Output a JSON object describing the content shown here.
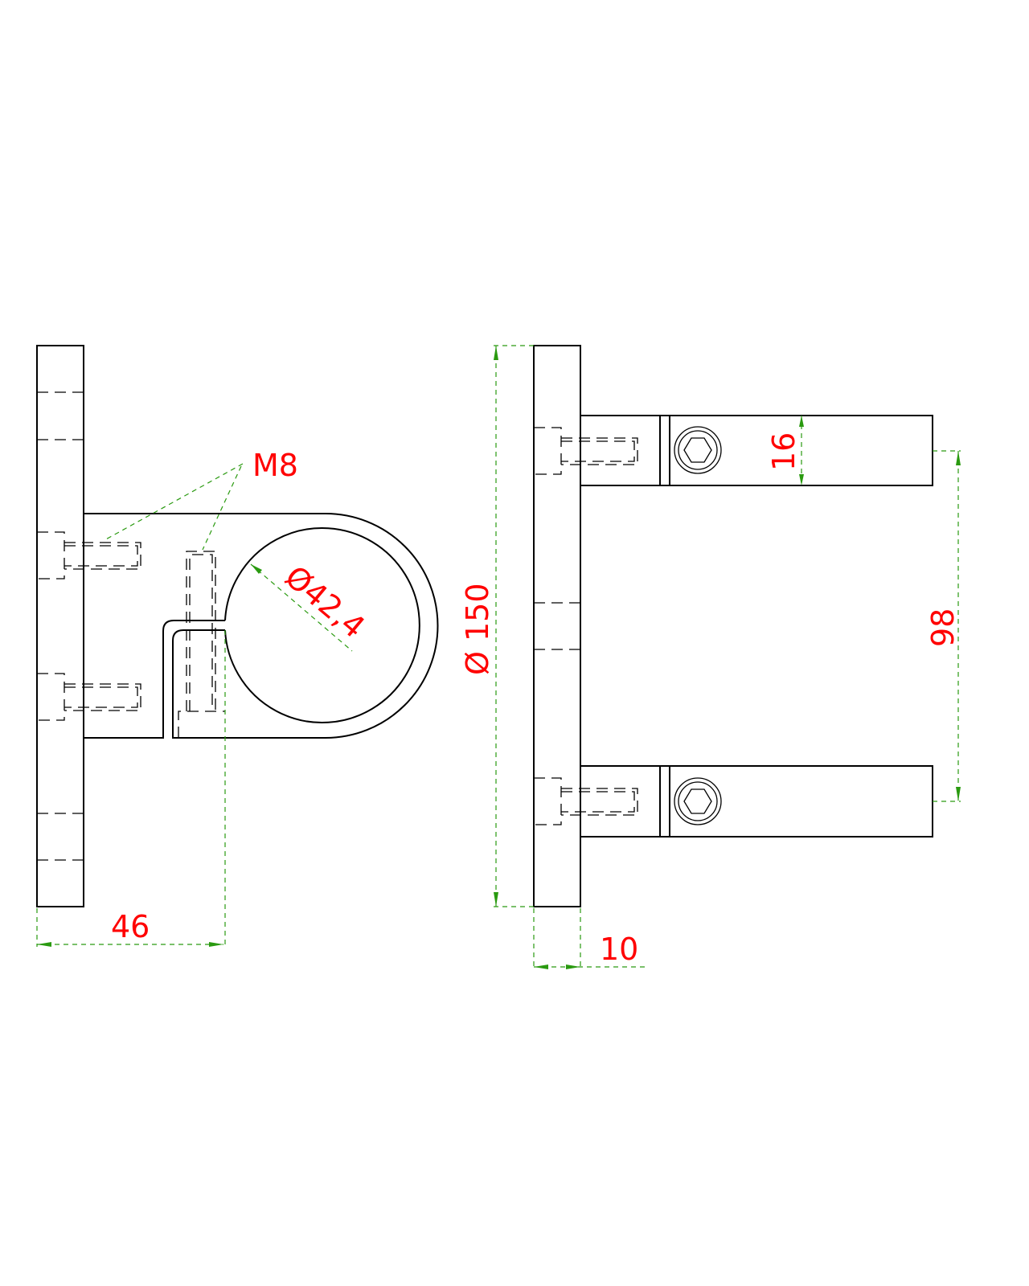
{
  "drawing": {
    "labels": {
      "thread": "M8",
      "tube_diameter": "Ø42,4",
      "plate_diameter": "Ø 150",
      "arm_height": "16",
      "arm_spacing": "98",
      "depth": "46",
      "plate_thickness": "10"
    },
    "colors": {
      "outline": "#000000",
      "dimension_text": "#ff0000",
      "dimension_line": "#2a9a10"
    }
  }
}
